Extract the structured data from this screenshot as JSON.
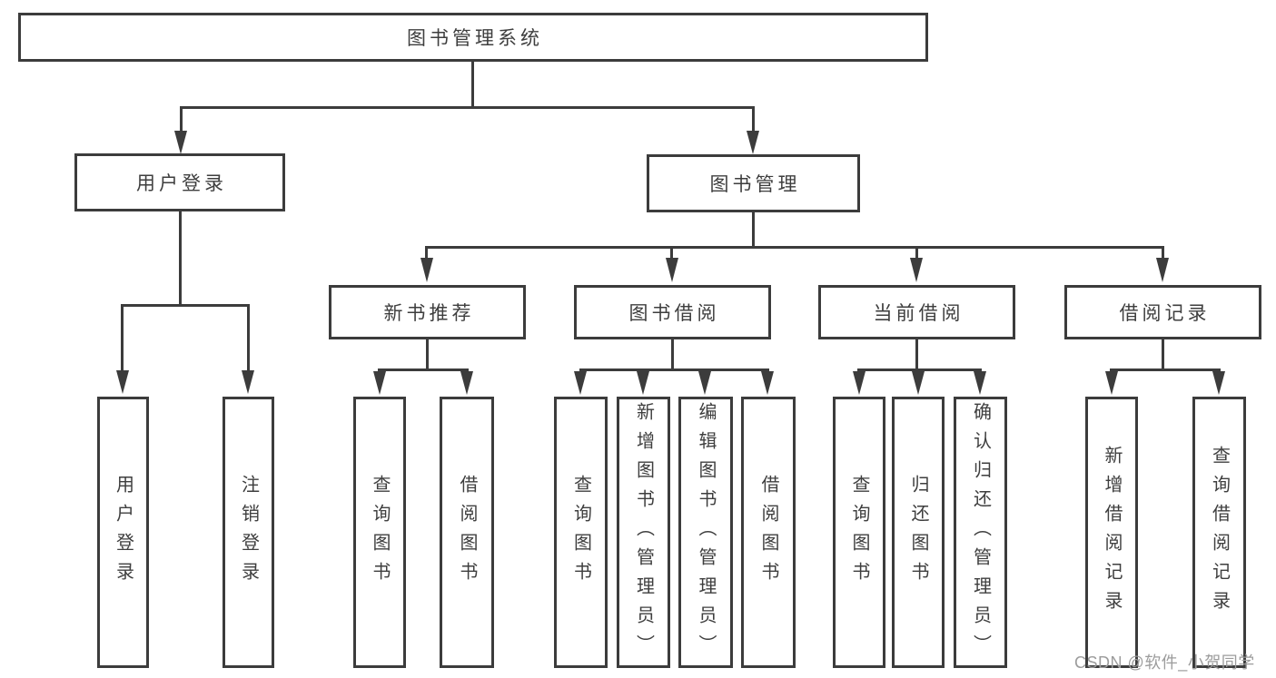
{
  "diagram": {
    "title": "图书管理系统",
    "branches": [
      {
        "label": "用户登录",
        "children": [
          "用户登录",
          "注销登录"
        ]
      },
      {
        "label": "图书管理",
        "groups": [
          {
            "label": "新书推荐",
            "children": [
              "查询图书",
              "借阅图书"
            ]
          },
          {
            "label": "图书借阅",
            "children": [
              "查询图书",
              "新增图书（管理员）",
              "编辑图书（管理员）",
              "借阅图书"
            ]
          },
          {
            "label": "当前借阅",
            "children": [
              "查询图书",
              "归还图书",
              "确认归还（管理员）"
            ]
          },
          {
            "label": "借阅记录",
            "children": [
              "新增借阅记录",
              "查询借阅记录"
            ]
          }
        ]
      }
    ]
  },
  "colors": {
    "line": "#3c3c3c",
    "text": "#3e3e3e",
    "watermark_text": "#9c9c9c"
  },
  "watermark": {
    "text": "CSDN @软件_小贺同学"
  }
}
